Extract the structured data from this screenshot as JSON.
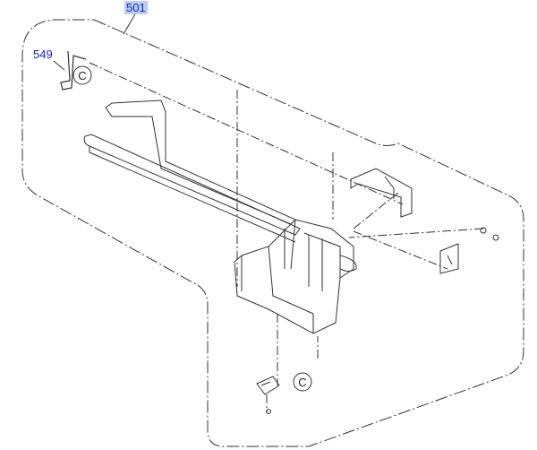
{
  "callouts": {
    "assembly": "501",
    "part_549": "549",
    "common_mark_1": "C",
    "common_mark_2": "C"
  },
  "colors": {
    "callout_text": "#1a1ad0",
    "highlight": "#b8d0ec",
    "line": "#222222"
  }
}
